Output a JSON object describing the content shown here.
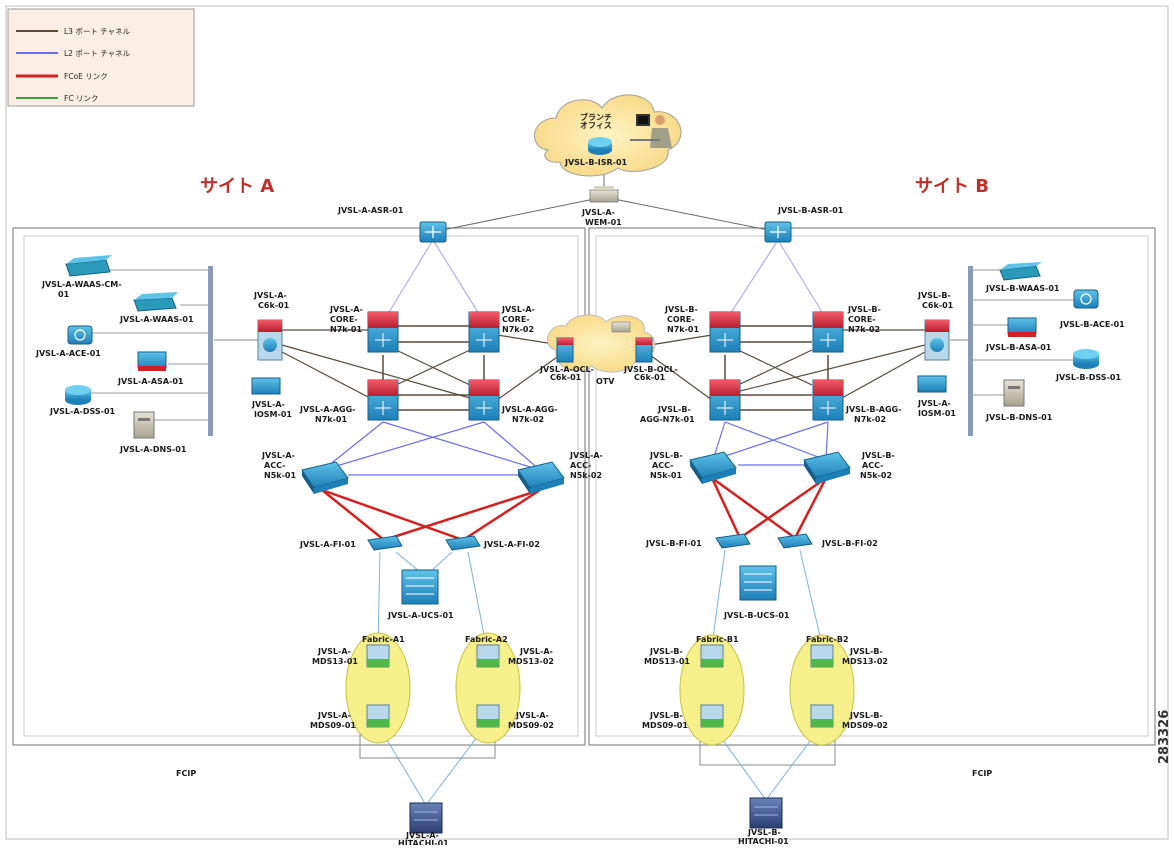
{
  "legend": {
    "items": [
      {
        "label": "L3 ポート チャネル",
        "color": "#5a4a3a"
      },
      {
        "label": "L2 ポート チャネル",
        "color": "#6b6ff0"
      },
      {
        "label": "FCoE リンク",
        "color": "#d42020"
      },
      {
        "label": "FC リンク",
        "color": "#3d9e3d"
      }
    ]
  },
  "sites": {
    "a": "サイト A",
    "b": "サイト B"
  },
  "cloud": {
    "office_label": "ブランチ オフィス",
    "router": "JVSL-B-ISR-01"
  },
  "wem": "JVSL-A-\nWEM-01",
  "site_a": {
    "asr": "JVSL-A-ASR-01",
    "waas_cm": "JVSL-A-WAAS-CM-\n01",
    "waas": "JVSL-A-WAAS-01",
    "ace": "JVSL-A-ACE-01",
    "asa": "JVSL-A-ASA-01",
    "dss": "JVSL-A-DSS-01",
    "dns": "JVSL-A-DNS-01",
    "c6k": "JVSL-A-\nC6k-01",
    "ios": "JVSL-A-\nIOSM-01",
    "core1": "JVSL-A-\nCORE-\nN7k-01",
    "core2": "JVSL-A-\nCORE-\nN7k-02",
    "agg1": "JVSL-A-AGG-\nN7k-01",
    "agg2": "JVSL-A-AGG-\nN7k-02",
    "acc1": "JVSL-A-\nACC-\nN5k-01",
    "acc2": "JVSL-A-\nACC-\nN5k-02",
    "fi1": "JVSL-A-FI-01",
    "fi2": "JVSL-A-FI-02",
    "ucs": "JVSL-A-UCS-01",
    "fabric1": "Fabric-A1",
    "fabric2": "Fabric-A2",
    "mds13_1": "JVSL-A-\nMDS13-01",
    "mds13_2": "JVSL-A-\nMDS13-02",
    "mds09_1": "JVSL-A-\nMDS09-01",
    "mds09_2": "JVSL-A-\nMDS09-02",
    "hitachi": "JVSL-A-\nHITACHI-01",
    "fcip": "FCIP",
    "otv": "JVSL-A-OCL-\nC6k-01"
  },
  "site_b": {
    "asr": "JVSL-B-ASR-01",
    "waas": "JVSL-B-WAAS-01",
    "ace": "JVSL-B-ACE-01",
    "asa": "JVSL-B-ASA-01",
    "dss": "JVSL-B-DSS-01",
    "dns": "JVSL-B-DNS-01",
    "c6k": "JVSL-B-\nC6k-01",
    "ios": "JVSL-A-\nIOSM-01",
    "core1": "JVSL-B-\nCORE-\nN7k-01",
    "core2": "JVSL-B-\nCORE-\nN7k-02",
    "agg1": "JVSL-B-\nAGG-N7k-01",
    "agg2": "JVSL-B-AGG-\nN7k-02",
    "acc1": "JVSL-B-\nACC-\nN5k-01",
    "acc2": "JVSL-B-\nACC-\nN5k-02",
    "fi1": "JVSL-B-FI-01",
    "fi2": "JVSL-B-FI-02",
    "ucs": "JVSL-B-UCS-01",
    "fabric1": "Fabric-B1",
    "fabric2": "Fabric-B2",
    "mds13_1": "JVSL-B-\nMDS13-01",
    "mds13_2": "JVSL-B-\nMDS13-02",
    "mds09_1": "JVSL-B-\nMDS09-01",
    "mds09_2": "JVSL-B-\nMDS09-02",
    "hitachi": "JVSL-B-\nHITACHI-01",
    "fcip": "FCIP",
    "otv": "JVSL-B-OCL-\nC6k-01"
  },
  "otv_label": "OTV",
  "figure_id": "283326"
}
